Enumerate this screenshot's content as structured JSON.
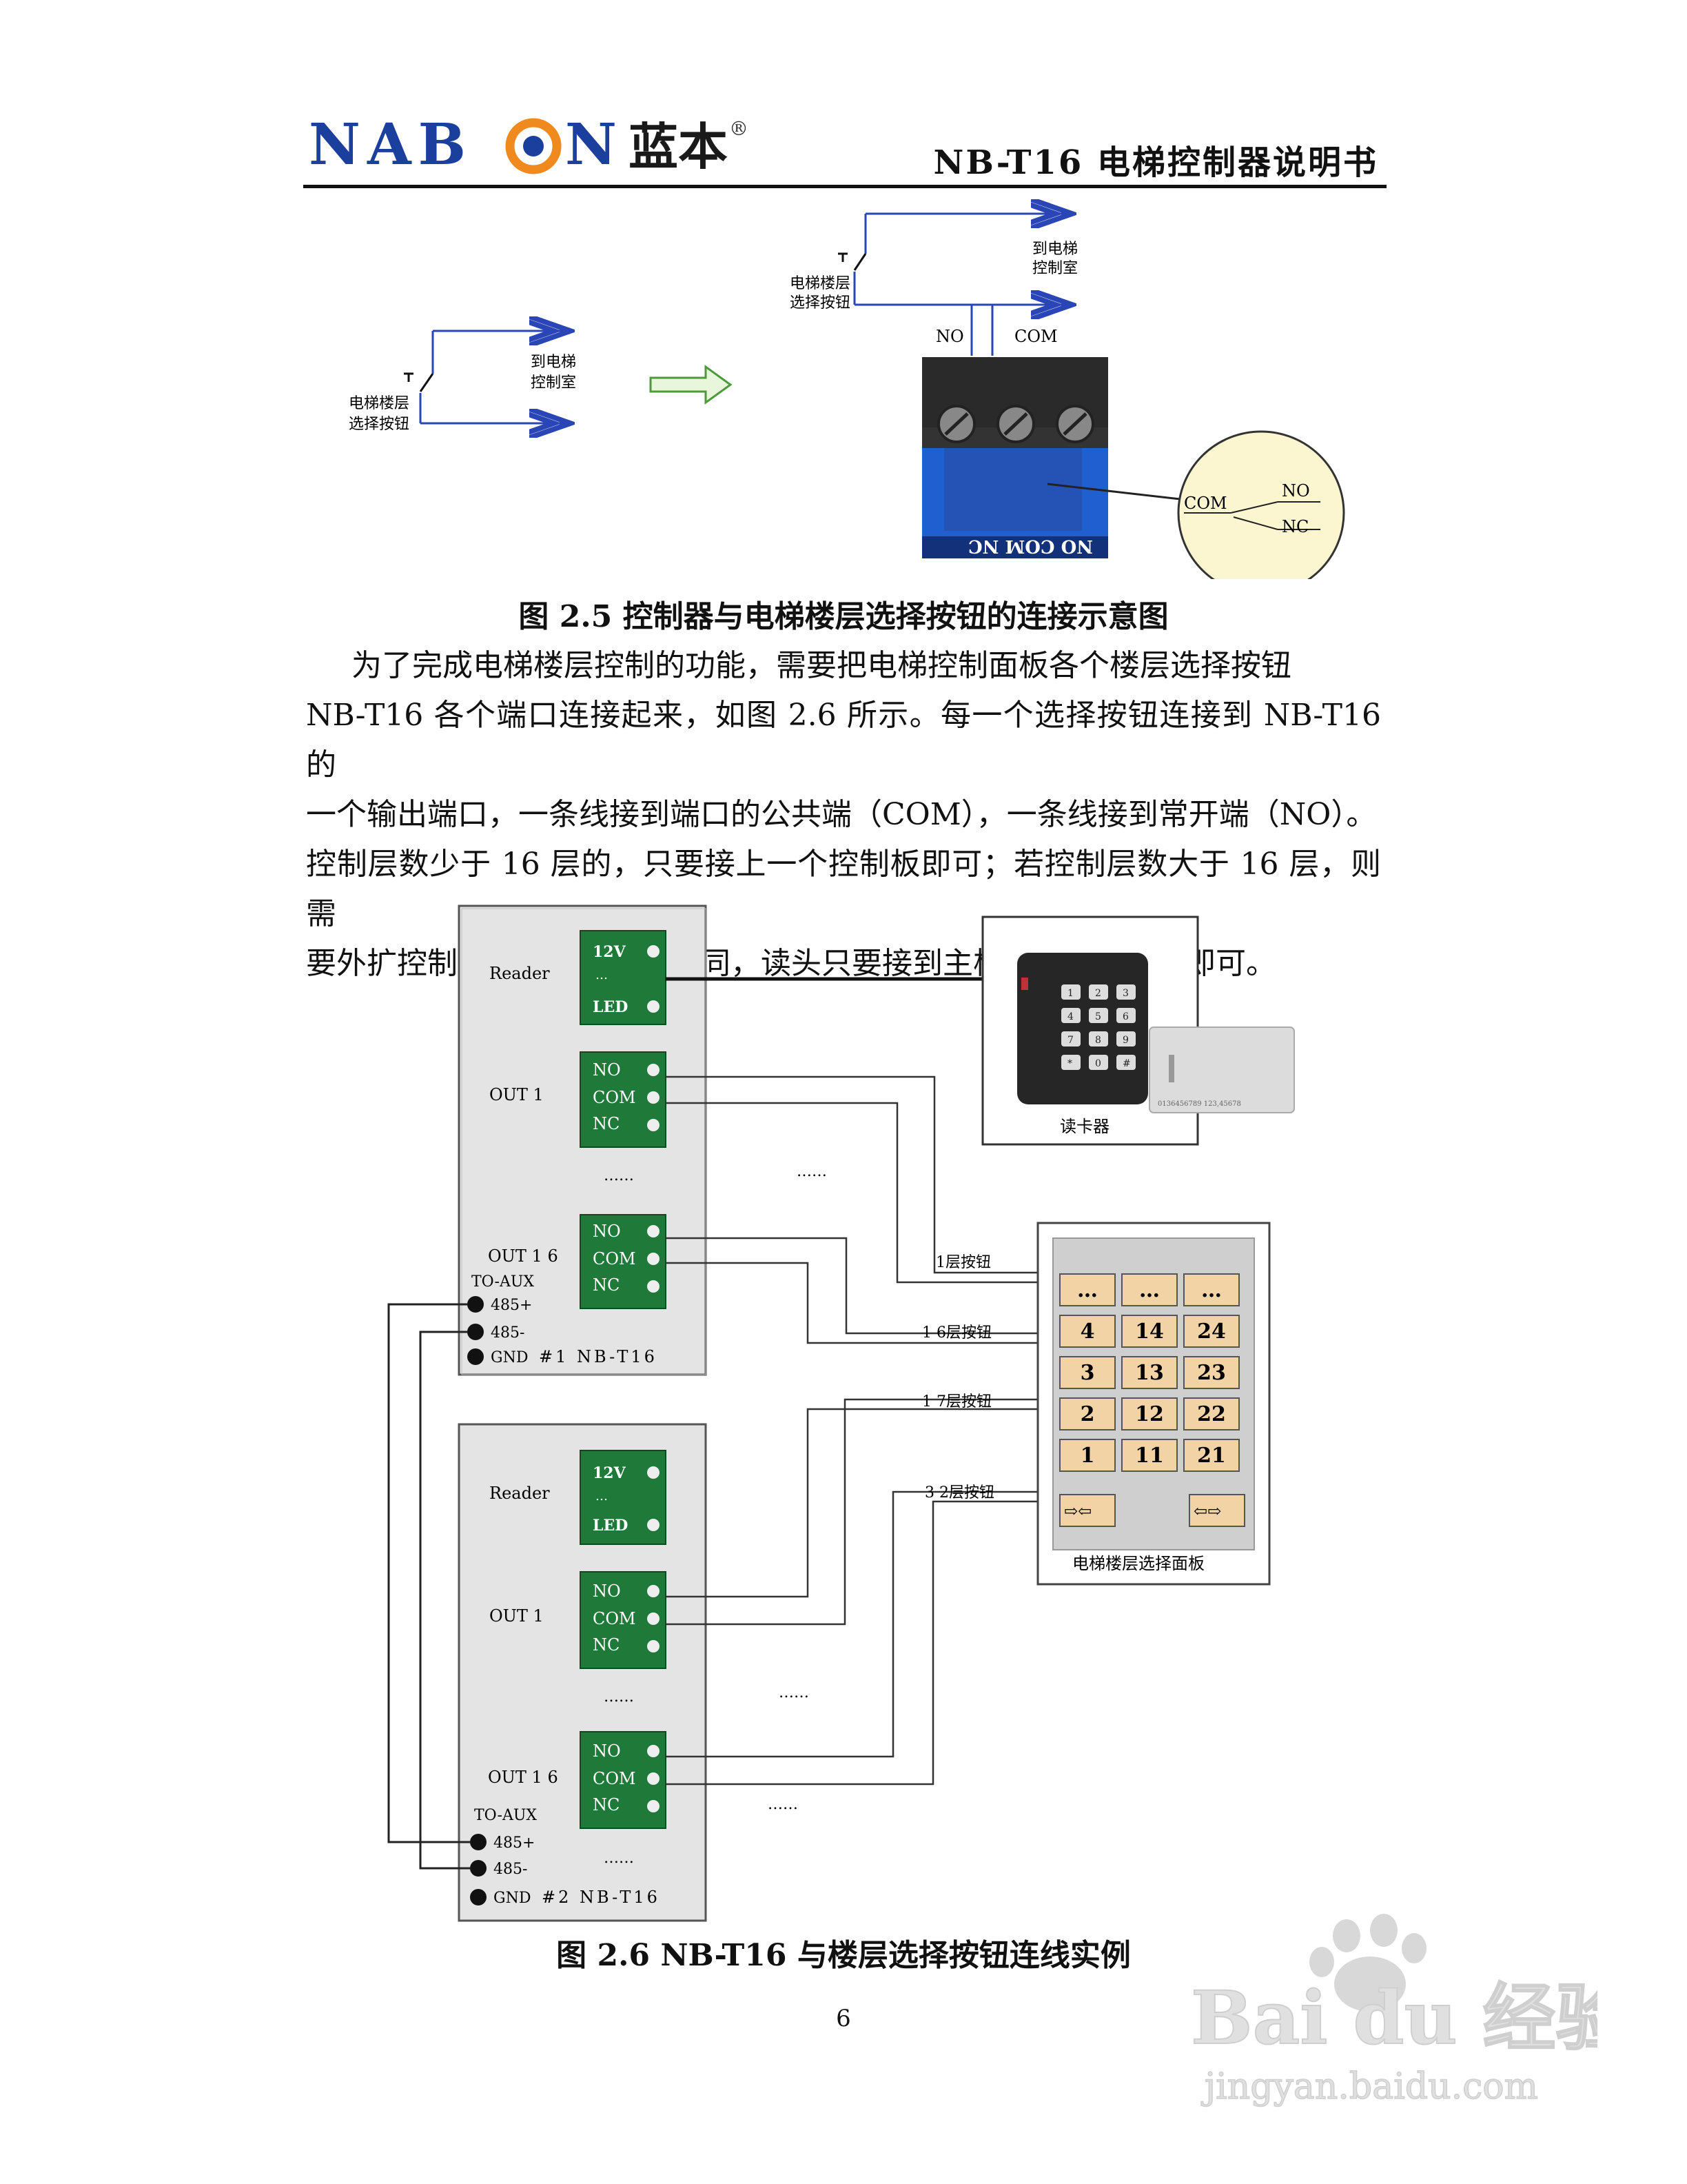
{
  "header": {
    "logo_en": "NAB●N",
    "logo_cn": "蓝本",
    "logo_reg": "®",
    "doc_title": "NB-T16 电梯控制器说明书"
  },
  "fig25": {
    "left": {
      "button_label": [
        "电梯楼层",
        "选择按钮"
      ],
      "dest_label": [
        "到电梯",
        "控制室"
      ]
    },
    "right": {
      "button_label": [
        "电梯楼层",
        "选择按钮"
      ],
      "dest_label": [
        "到电梯",
        "控制室"
      ],
      "no_label": "NO",
      "com_label": "COM",
      "terminal_strip": "NO COM NC",
      "bubble_com": "COM",
      "bubble_no": "NO",
      "bubble_nc": "NC"
    },
    "caption": "图 2.5  控制器与电梯楼层选择按钮的连接示意图"
  },
  "paragraph": [
    "为了完成电梯楼层控制的功能，需要把电梯控制面板各个楼层选择按钮",
    "NB-T16 各个端口连接起来，如图 2.6 所示。每一个选择按钮连接到 NB-T16 的",
    "一个输出端口，一条线接到端口的公共端（COM），一条线接到常开端（NO）。",
    "控制层数少于 16 层的，只要接上一个控制板即可；若控制层数大于 16 层，则需",
    "要外扩控制板，控制端接法相同，读头只要接到主板的读头接线端即可。"
  ],
  "fig26": {
    "board1": {
      "reader": "Reader",
      "v12": "12V",
      "dots_small": "…",
      "led": "LED",
      "out1": "OUT 1",
      "no": "NO",
      "com": "COM",
      "nc": "NC",
      "ellipsis": "……",
      "out16": "OUT 1 6",
      "toaux": "TO-AUX",
      "p485": "485+",
      "m485": "485-",
      "gnd": "GND",
      "name": "#1 NB-T16"
    },
    "board2": {
      "reader": "Reader",
      "v12": "12V",
      "dots_small": "…",
      "led": "LED",
      "out1": "OUT 1",
      "no": "NO",
      "com": "COM",
      "nc": "NC",
      "ellipsis": "……",
      "out16": "OUT 1 6",
      "toaux": "TO-AUX",
      "p485": "485+",
      "m485": "485-",
      "gnd": "GND",
      "name": "#2 NB-T16",
      "ellipsis_bottom": "……"
    },
    "mid_dots_1": "……",
    "mid_dots_2": "……",
    "mid_dots_3": "……",
    "reader_box_label": "读卡器",
    "keypad_labels": [
      "1",
      "2",
      "3",
      "4",
      "5",
      "6",
      "7",
      "8",
      "9",
      "*",
      "0",
      "#"
    ],
    "card_text": "0136456789 123,45678",
    "wire_labels": {
      "f1": "1层按钮",
      "f16": "1 6层按钮",
      "f17": "1 7层按钮",
      "f32": "3 2层按钮"
    },
    "panel": {
      "rows": [
        [
          "…",
          "…",
          "…"
        ],
        [
          "4",
          "14",
          "24"
        ],
        [
          "3",
          "13",
          "23"
        ],
        [
          "2",
          "12",
          "22"
        ],
        [
          "1",
          "11",
          "21"
        ]
      ],
      "arrow_left": "⇨⇦",
      "arrow_right": "⇦⇨",
      "label": "电梯楼层选择面板"
    },
    "caption": "图 2.6 NB-T16 与楼层选择按钮连线实例"
  },
  "page_number": "6",
  "watermark": {
    "brand": "Bai du 经验",
    "url": "jingyan.baidu.com"
  },
  "colors": {
    "logo_blue": "#1a3f9c",
    "logo_orange": "#f08a1e",
    "wire_blue": "#2a45b5",
    "term_green": "#1f7a3a",
    "board_gray": "#e4e4e4"
  }
}
